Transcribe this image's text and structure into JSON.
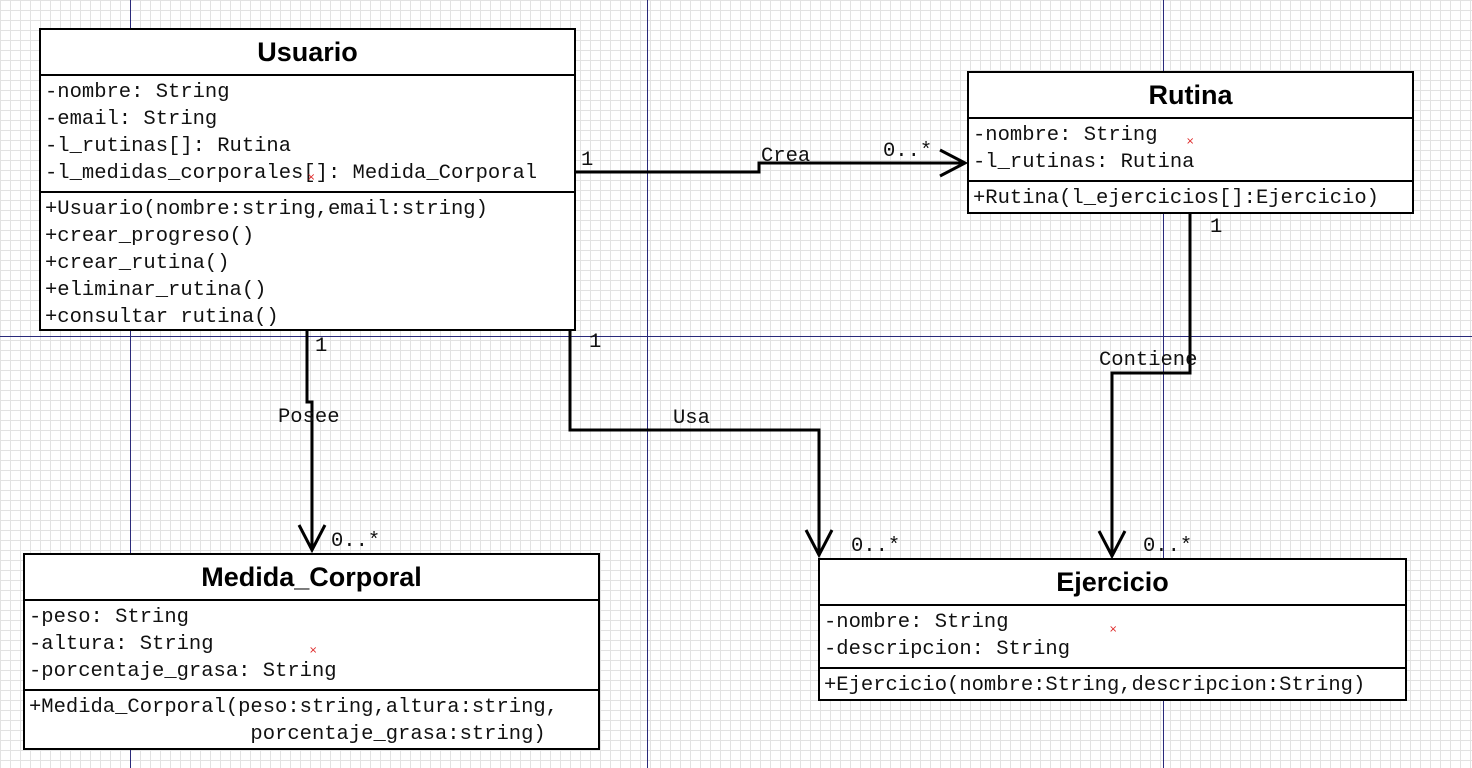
{
  "classes": {
    "usuario": {
      "name": "Usuario",
      "attributes": [
        "-nombre: String",
        "-email: String",
        "-l_rutinas[]: Rutina",
        "-l_medidas_corporales[]: Medida_Corporal"
      ],
      "methods": [
        "+Usuario(nombre:string,email:string)",
        "+crear_progreso()",
        "+crear_rutina()",
        "+eliminar_rutina()",
        "+consultar rutina()"
      ]
    },
    "rutina": {
      "name": "Rutina",
      "attributes": [
        "-nombre: String",
        "-l_rutinas: Rutina"
      ],
      "methods": [
        "+Rutina(l_ejercicios[]:Ejercicio)"
      ]
    },
    "medida": {
      "name": "Medida_Corporal",
      "attributes": [
        "-peso: String",
        "-altura: String",
        "-porcentaje_grasa: String"
      ],
      "methods": [
        "+Medida_Corporal(peso:string,altura:string,",
        "                  porcentaje_grasa:string)"
      ]
    },
    "ejercicio": {
      "name": "Ejercicio",
      "attributes": [
        "-nombre: String",
        "-descripcion: String"
      ],
      "methods": [
        "+Ejercicio(nombre:String,descripcion:String)"
      ]
    }
  },
  "associations": {
    "crea": {
      "label": "Crea",
      "source_mult": "1",
      "target_mult": "0..*"
    },
    "posee": {
      "label": "Posee",
      "source_mult": "1",
      "target_mult": "0..*"
    },
    "usa": {
      "label": "Usa",
      "source_mult": "1",
      "target_mult": "0..*"
    },
    "contiene": {
      "label": "Contiene",
      "source_mult": "1",
      "target_mult": "0..*"
    }
  }
}
